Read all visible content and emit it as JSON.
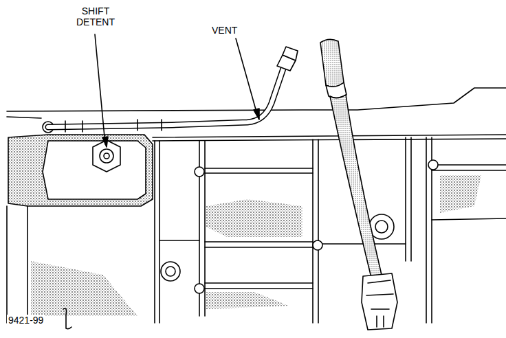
{
  "diagram": {
    "labels": [
      "SHIFT DETENT",
      "VENT",
      "9421-99"
    ]
  }
}
